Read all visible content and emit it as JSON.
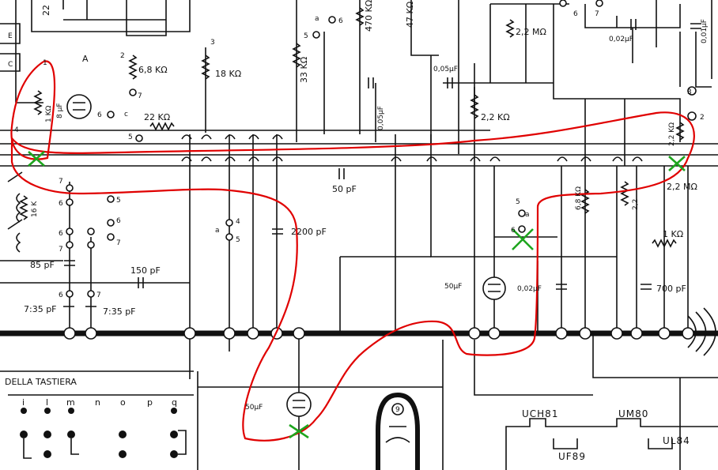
{
  "colors": {
    "markup_line": "#e00000",
    "cross_mark": "#1ea51e",
    "ink": "#111111"
  },
  "component_labels": {
    "r_22k_top": "22",
    "r_470k": "470 KΩ",
    "r_47k": "47 KΩ",
    "r_2_2M_top": "2,2 MΩ",
    "c_0_02uF_top": "0,02μF",
    "c_0_01uF": "0,01μF",
    "r_6_8k": "6,8 KΩ",
    "r_18k": "18 KΩ",
    "r_33k": "33 KΩ",
    "r_1k_left": "1 KΩ",
    "c_8uF": "8 μF",
    "r_22k_mid": "22 KΩ",
    "c_0_05uF_v": "0,05μF",
    "c_0_05uF_h": "0,05μF",
    "r_2_2k_mid": "2,2 KΩ",
    "r_2_2k_right": "2,2 KΩ",
    "r_2_2M_right": "2,2 MΩ",
    "c_50pF": "50 pF",
    "c_2200pF": "2200 pF",
    "r_6_8k_right": "6,8 KΩ",
    "r_2_2_right": "2,2",
    "r_1k_right": "1 KΩ",
    "c_50uF_mid": "50μF",
    "c_0_02uF_mid": "0,02μF",
    "c_700pF": "700 pF",
    "c_150pF": "150 pF",
    "c_85pF": "85 pF",
    "c_7_35pF_a": "7:35 pF",
    "c_7_35pF_b": "7:35 pF",
    "c_50uF_bottom": "50μF",
    "r_16k": "16 K",
    "keyboard_title": "DELLA TASTIERA",
    "terminal_A": "A"
  },
  "pin_numbers": {
    "p1": "1",
    "p2": "2",
    "p3": "3",
    "p4": "4",
    "p5": "5",
    "p6": "6",
    "p7": "7",
    "pa": "a",
    "pc": "c",
    "pE": "E",
    "pC": "C"
  },
  "keyboard_keys": [
    "i",
    "l",
    "m",
    "n",
    "o",
    "p",
    "q"
  ],
  "tubes": {
    "t1": "UCH81",
    "t2": "UM80",
    "t3": "UF89",
    "t4": "UL84",
    "socket": "9"
  }
}
